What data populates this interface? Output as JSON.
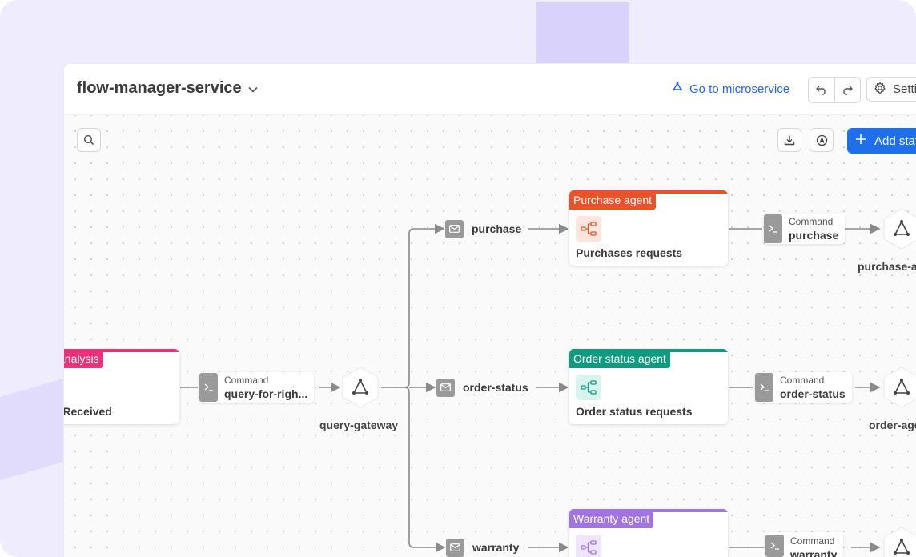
{
  "header": {
    "title": "flow-manager-service",
    "goto_label": "Go to microservice",
    "settings_label": "Settings"
  },
  "toolbar": {
    "add_label": "Add state"
  },
  "nodes": {
    "query_analysis": {
      "tag": "Query analysis",
      "desc": "Query Received"
    },
    "gateway_command": {
      "small": "Command",
      "big": "query-for-righ..."
    },
    "gateway": {
      "label": "query-gateway"
    },
    "purchase_topic": {
      "label": "purchase"
    },
    "order_topic": {
      "label": "order-status"
    },
    "warranty_topic": {
      "label": "warranty"
    },
    "purchase_agent": {
      "tag": "Purchase agent",
      "desc": "Purchases requests"
    },
    "order_agent": {
      "tag": "Order status agent",
      "desc": "Order status requests"
    },
    "warranty_agent": {
      "tag": "Warranty agent",
      "desc": ""
    },
    "purchase_command": {
      "small": "Command",
      "big": "purchase"
    },
    "order_command": {
      "small": "Command",
      "big": "order-status"
    },
    "warranty_command": {
      "small": "Command",
      "big": "warranty"
    },
    "purchase_out": {
      "label": "purchase-agent"
    },
    "order_out": {
      "label": "order-agent"
    }
  },
  "colors": {
    "purchase": "#e8532a",
    "order": "#129a7e",
    "warranty": "#a075e0",
    "query": "#e8337a",
    "accent": "#1f6feb"
  }
}
